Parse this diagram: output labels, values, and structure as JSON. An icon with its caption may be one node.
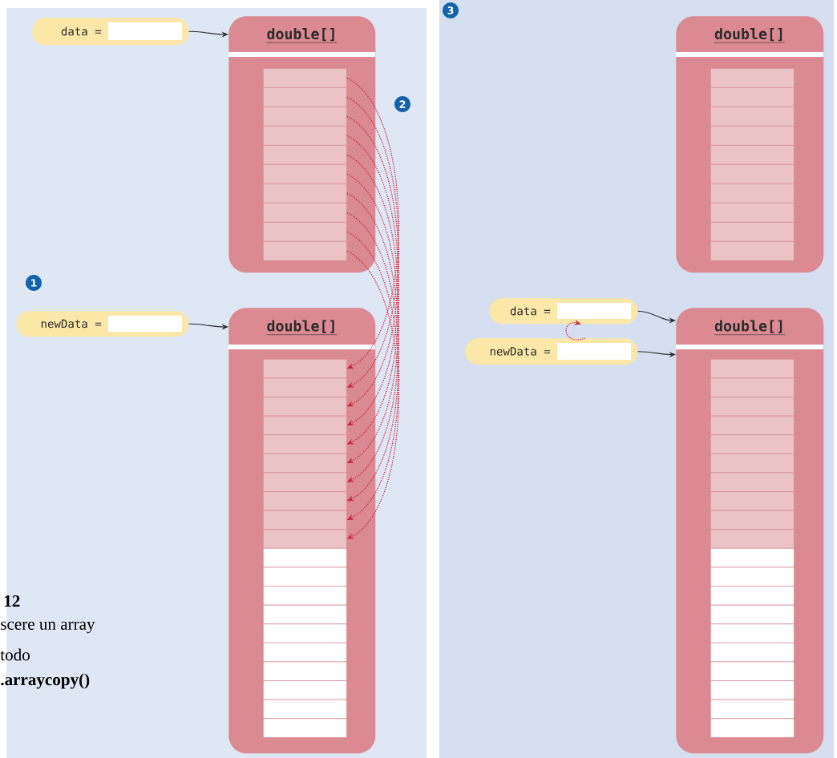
{
  "diagram": {
    "nodes": [
      {
        "text": [
          "data ="
        ]
      },
      {
        "text": [
          "double[]"
        ]
      },
      {
        "text": [],
        "shape": "box",
        "in": 1
      },
      {
        "text": [],
        "shape": "box",
        "in": 1
      },
      {
        "text": [],
        "shape": "box",
        "in": 1
      },
      {
        "text": [],
        "shape": "box",
        "in": 1
      },
      {
        "text": [],
        "shape": "box",
        "in": 1
      },
      {
        "text": [],
        "shape": "box",
        "in": 1
      },
      {
        "text": [],
        "shape": "box",
        "in": 1
      },
      {
        "text": [],
        "shape": "box",
        "in": 1
      },
      {
        "text": [],
        "shape": "box",
        "in": 1
      },
      {
        "text": [],
        "shape": "box",
        "in": 1
      },
      {
        "text": [
          "newData ="
        ]
      },
      {
        "text": [
          "double[]"
        ]
      },
      {
        "text": [],
        "shape": "box",
        "in": 13
      },
      {
        "text": [],
        "shape": "box",
        "in": 13
      },
      {
        "text": [],
        "shape": "box",
        "in": 13
      },
      {
        "text": [],
        "shape": "box",
        "in": 13
      },
      {
        "text": [],
        "shape": "box",
        "in": 13
      },
      {
        "text": [],
        "shape": "box",
        "in": 13
      },
      {
        "text": [],
        "shape": "box",
        "in": 13
      },
      {
        "text": [],
        "shape": "box",
        "in": 13
      },
      {
        "text": [],
        "shape": "box",
        "in": 13
      },
      {
        "text": [],
        "shape": "box",
        "in": 13
      },
      {
        "text": [],
        "shape": "box",
        "in": 13
      },
      {
        "text": [],
        "shape": "box",
        "in": 13
      },
      {
        "text": [],
        "shape": "box",
        "in": 13
      },
      {
        "text": [],
        "shape": "box",
        "in": 13
      },
      {
        "text": [],
        "shape": "box",
        "in": 13
      },
      {
        "text": [],
        "shape": "box",
        "in": 13
      },
      {
        "text": [],
        "shape": "box",
        "in": 13
      },
      {
        "text": [],
        "shape": "box",
        "in": 13
      },
      {
        "text": [],
        "shape": "box",
        "in": 13
      },
      {
        "text": [],
        "shape": "box",
        "in": 13
      },
      {
        "text": [
          "double[]"
        ]
      },
      {
        "text": [],
        "shape": "box",
        "in": 34
      },
      {
        "text": [],
        "shape": "box",
        "in": 34
      },
      {
        "text": [],
        "shape": "box",
        "in": 34
      },
      {
        "text": [],
        "shape": "box",
        "in": 34
      },
      {
        "text": [],
        "shape": "box",
        "in": 34
      },
      {
        "text": [],
        "shape": "box",
        "in": 34
      },
      {
        "text": [],
        "shape": "box",
        "in": 34
      },
      {
        "text": [],
        "shape": "box",
        "in": 34
      },
      {
        "text": [],
        "shape": "box",
        "in": 34
      },
      {
        "text": [],
        "shape": "box",
        "in": 34
      },
      {
        "text": [
          "data ="
        ]
      },
      {
        "text": [
          "newData ="
        ]
      },
      {
        "text": [
          "double[]"
        ]
      },
      {
        "text": [],
        "shape": "box",
        "in": 47
      },
      {
        "text": [],
        "shape": "box",
        "in": 47
      },
      {
        "text": [],
        "shape": "box",
        "in": 47
      },
      {
        "text": [],
        "shape": "box",
        "in": 47
      },
      {
        "text": [],
        "shape": "box",
        "in": 47
      },
      {
        "text": [],
        "shape": "box",
        "in": 47
      },
      {
        "text": [],
        "shape": "box",
        "in": 47
      },
      {
        "text": [],
        "shape": "box",
        "in": 47
      },
      {
        "text": [],
        "shape": "box",
        "in": 47
      },
      {
        "text": [],
        "shape": "box",
        "in": 47
      },
      {
        "text": [],
        "shape": "box",
        "in": 47
      },
      {
        "text": [],
        "shape": "box",
        "in": 47
      },
      {
        "text": [],
        "shape": "box",
        "in": 47
      },
      {
        "text": [],
        "shape": "box",
        "in": 47
      },
      {
        "text": [],
        "shape": "box",
        "in": 47
      },
      {
        "text": [],
        "shape": "box",
        "in": 47
      },
      {
        "text": [],
        "shape": "box",
        "in": 47
      },
      {
        "text": [],
        "shape": "box",
        "in": 47
      },
      {
        "text": [],
        "shape": "box",
        "in": 47
      },
      {
        "text": [],
        "shape": "box",
        "in": 47
      }
    ],
    "edges": [
      {
        "from": 0,
        "to": 1,
        "arrow": "to",
        "color": "#2b2b2b"
      },
      {
        "from": 12,
        "to": 13,
        "arrow": "to",
        "color": "#2b2b2b"
      },
      {
        "from": 2,
        "to": 14,
        "arrow": "to",
        "style": "dashed",
        "color": "#c8283c"
      },
      {
        "from": 3,
        "to": 15,
        "arrow": "to",
        "style": "dashed",
        "color": "#c8283c"
      },
      {
        "from": 4,
        "to": 16,
        "arrow": "to",
        "style": "dashed",
        "color": "#c8283c"
      },
      {
        "from": 5,
        "to": 17,
        "arrow": "to",
        "style": "dashed",
        "color": "#c8283c"
      },
      {
        "from": 6,
        "to": 18,
        "arrow": "to",
        "style": "dashed",
        "color": "#c8283c"
      },
      {
        "from": 7,
        "to": 19,
        "arrow": "to",
        "style": "dashed",
        "color": "#c8283c"
      },
      {
        "from": 8,
        "to": 20,
        "arrow": "to",
        "style": "dashed",
        "color": "#c8283c"
      },
      {
        "from": 9,
        "to": 21,
        "arrow": "to",
        "style": "dashed",
        "color": "#c8283c"
      },
      {
        "from": 10,
        "to": 22,
        "arrow": "to",
        "style": "dashed",
        "color": "#c8283c"
      },
      {
        "from": 11,
        "to": 23,
        "arrow": "to",
        "style": "dashed",
        "color": "#c8283c"
      },
      {
        "from": 45,
        "to": 47,
        "arrow": "to",
        "color": "#2b2b2b"
      },
      {
        "from": 46,
        "to": 47,
        "arrow": "to",
        "color": "#2b2b2b"
      },
      {
        "from": 46,
        "to": 45,
        "arrow": "to",
        "style": "dashed",
        "color": "#c8283c"
      }
    ],
    "labels": [
      "1",
      "2",
      "3",
      "12",
      "scere un array",
      "todo",
      ".arraycopy()"
    ]
  }
}
